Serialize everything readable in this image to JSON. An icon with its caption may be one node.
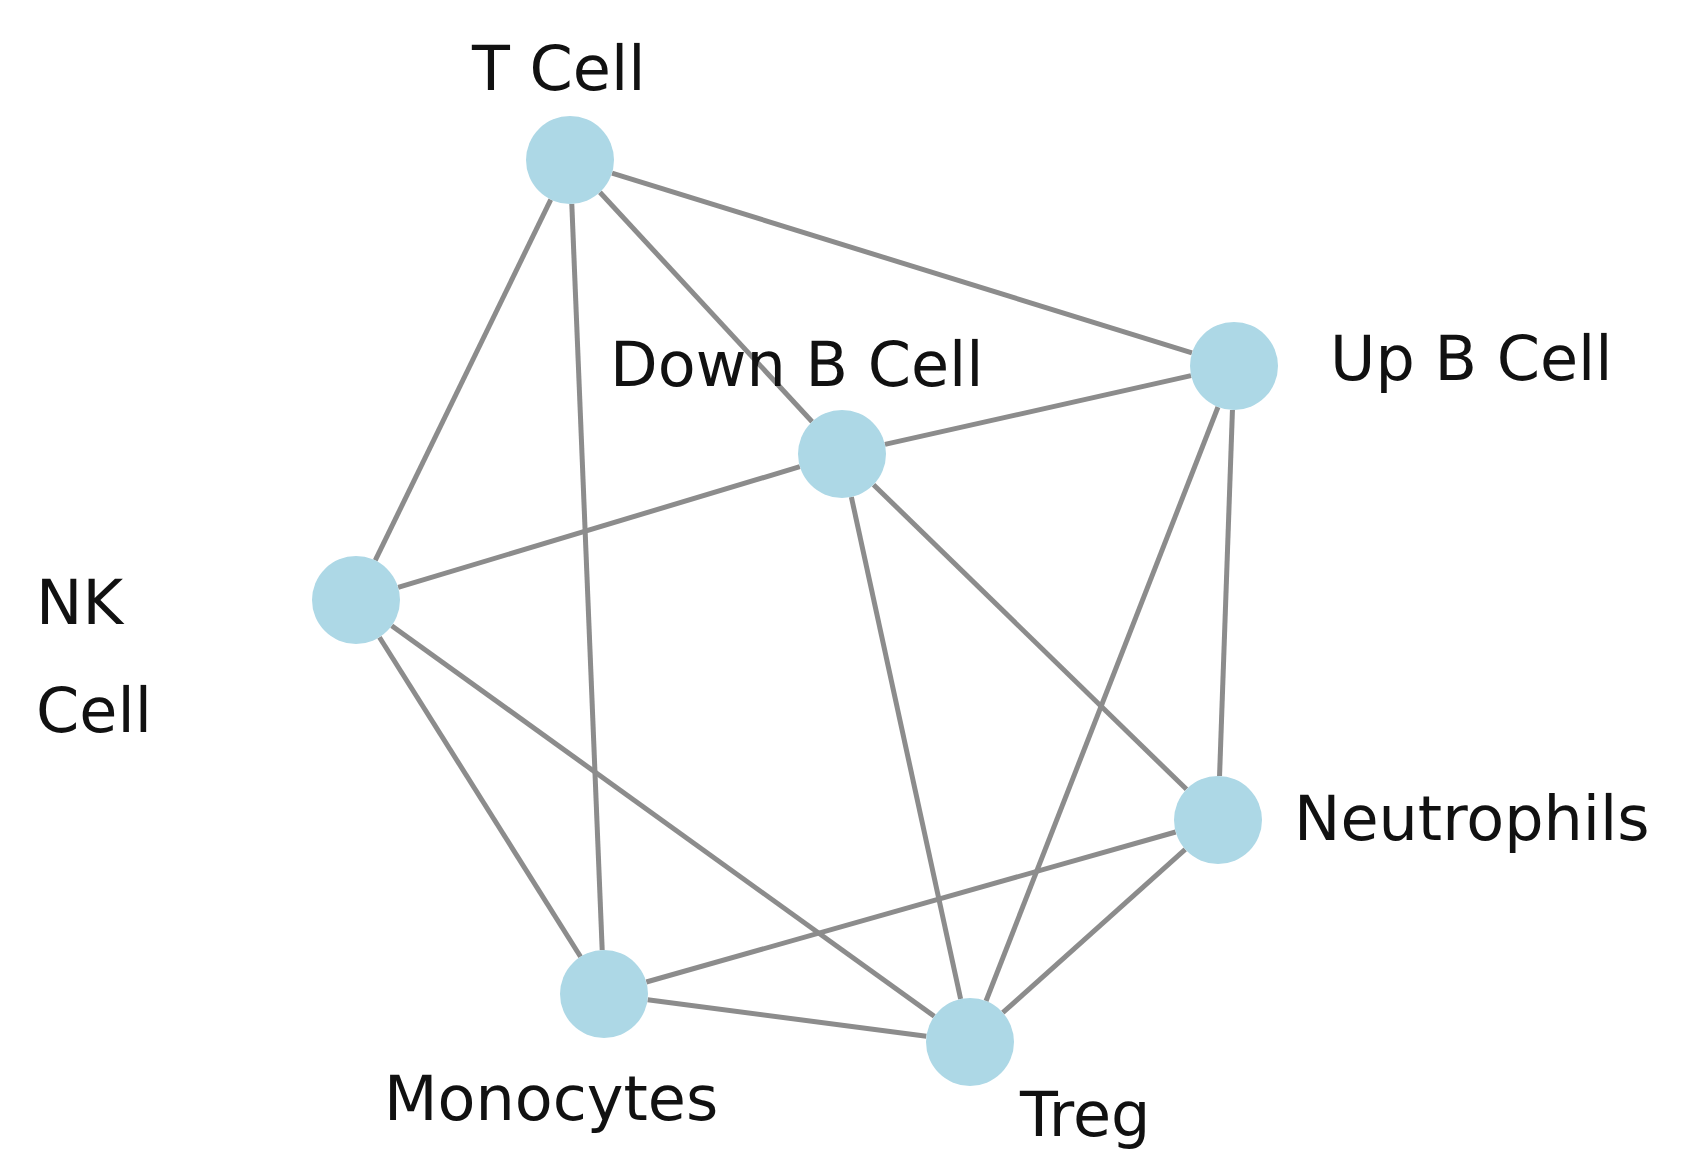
{
  "diagram": {
    "nodes": [
      {
        "text": [
          "T Cell"
        ]
      },
      {
        "text": [
          "Up B Cell"
        ]
      },
      {
        "text": [
          "Down B Cell"
        ]
      },
      {
        "text": [
          "NK Cell"
        ]
      },
      {
        "text": [
          "Neutrophils"
        ]
      },
      {
        "text": [
          "Monocytes"
        ]
      },
      {
        "text": [
          "Treg"
        ]
      }
    ],
    "edges": [
      {
        "from": 0,
        "to": 1,
        "arrow": "none"
      },
      {
        "from": 0,
        "to": 2,
        "arrow": "none"
      },
      {
        "from": 0,
        "to": 3,
        "arrow": "none"
      },
      {
        "from": 0,
        "to": 5,
        "arrow": "none"
      },
      {
        "from": 2,
        "to": 1,
        "arrow": "none"
      },
      {
        "from": 2,
        "to": 3,
        "arrow": "none"
      },
      {
        "from": 2,
        "to": 6,
        "arrow": "none"
      },
      {
        "from": 2,
        "to": 4,
        "arrow": "none"
      },
      {
        "from": 1,
        "to": 6,
        "arrow": "none"
      },
      {
        "from": 1,
        "to": 4,
        "arrow": "none"
      },
      {
        "from": 3,
        "to": 5,
        "arrow": "none"
      },
      {
        "from": 3,
        "to": 6,
        "arrow": "none"
      },
      {
        "from": 4,
        "to": 5,
        "arrow": "none"
      },
      {
        "from": 4,
        "to": 6,
        "arrow": "none"
      },
      {
        "from": 5,
        "to": 6,
        "arrow": "none"
      }
    ]
  }
}
